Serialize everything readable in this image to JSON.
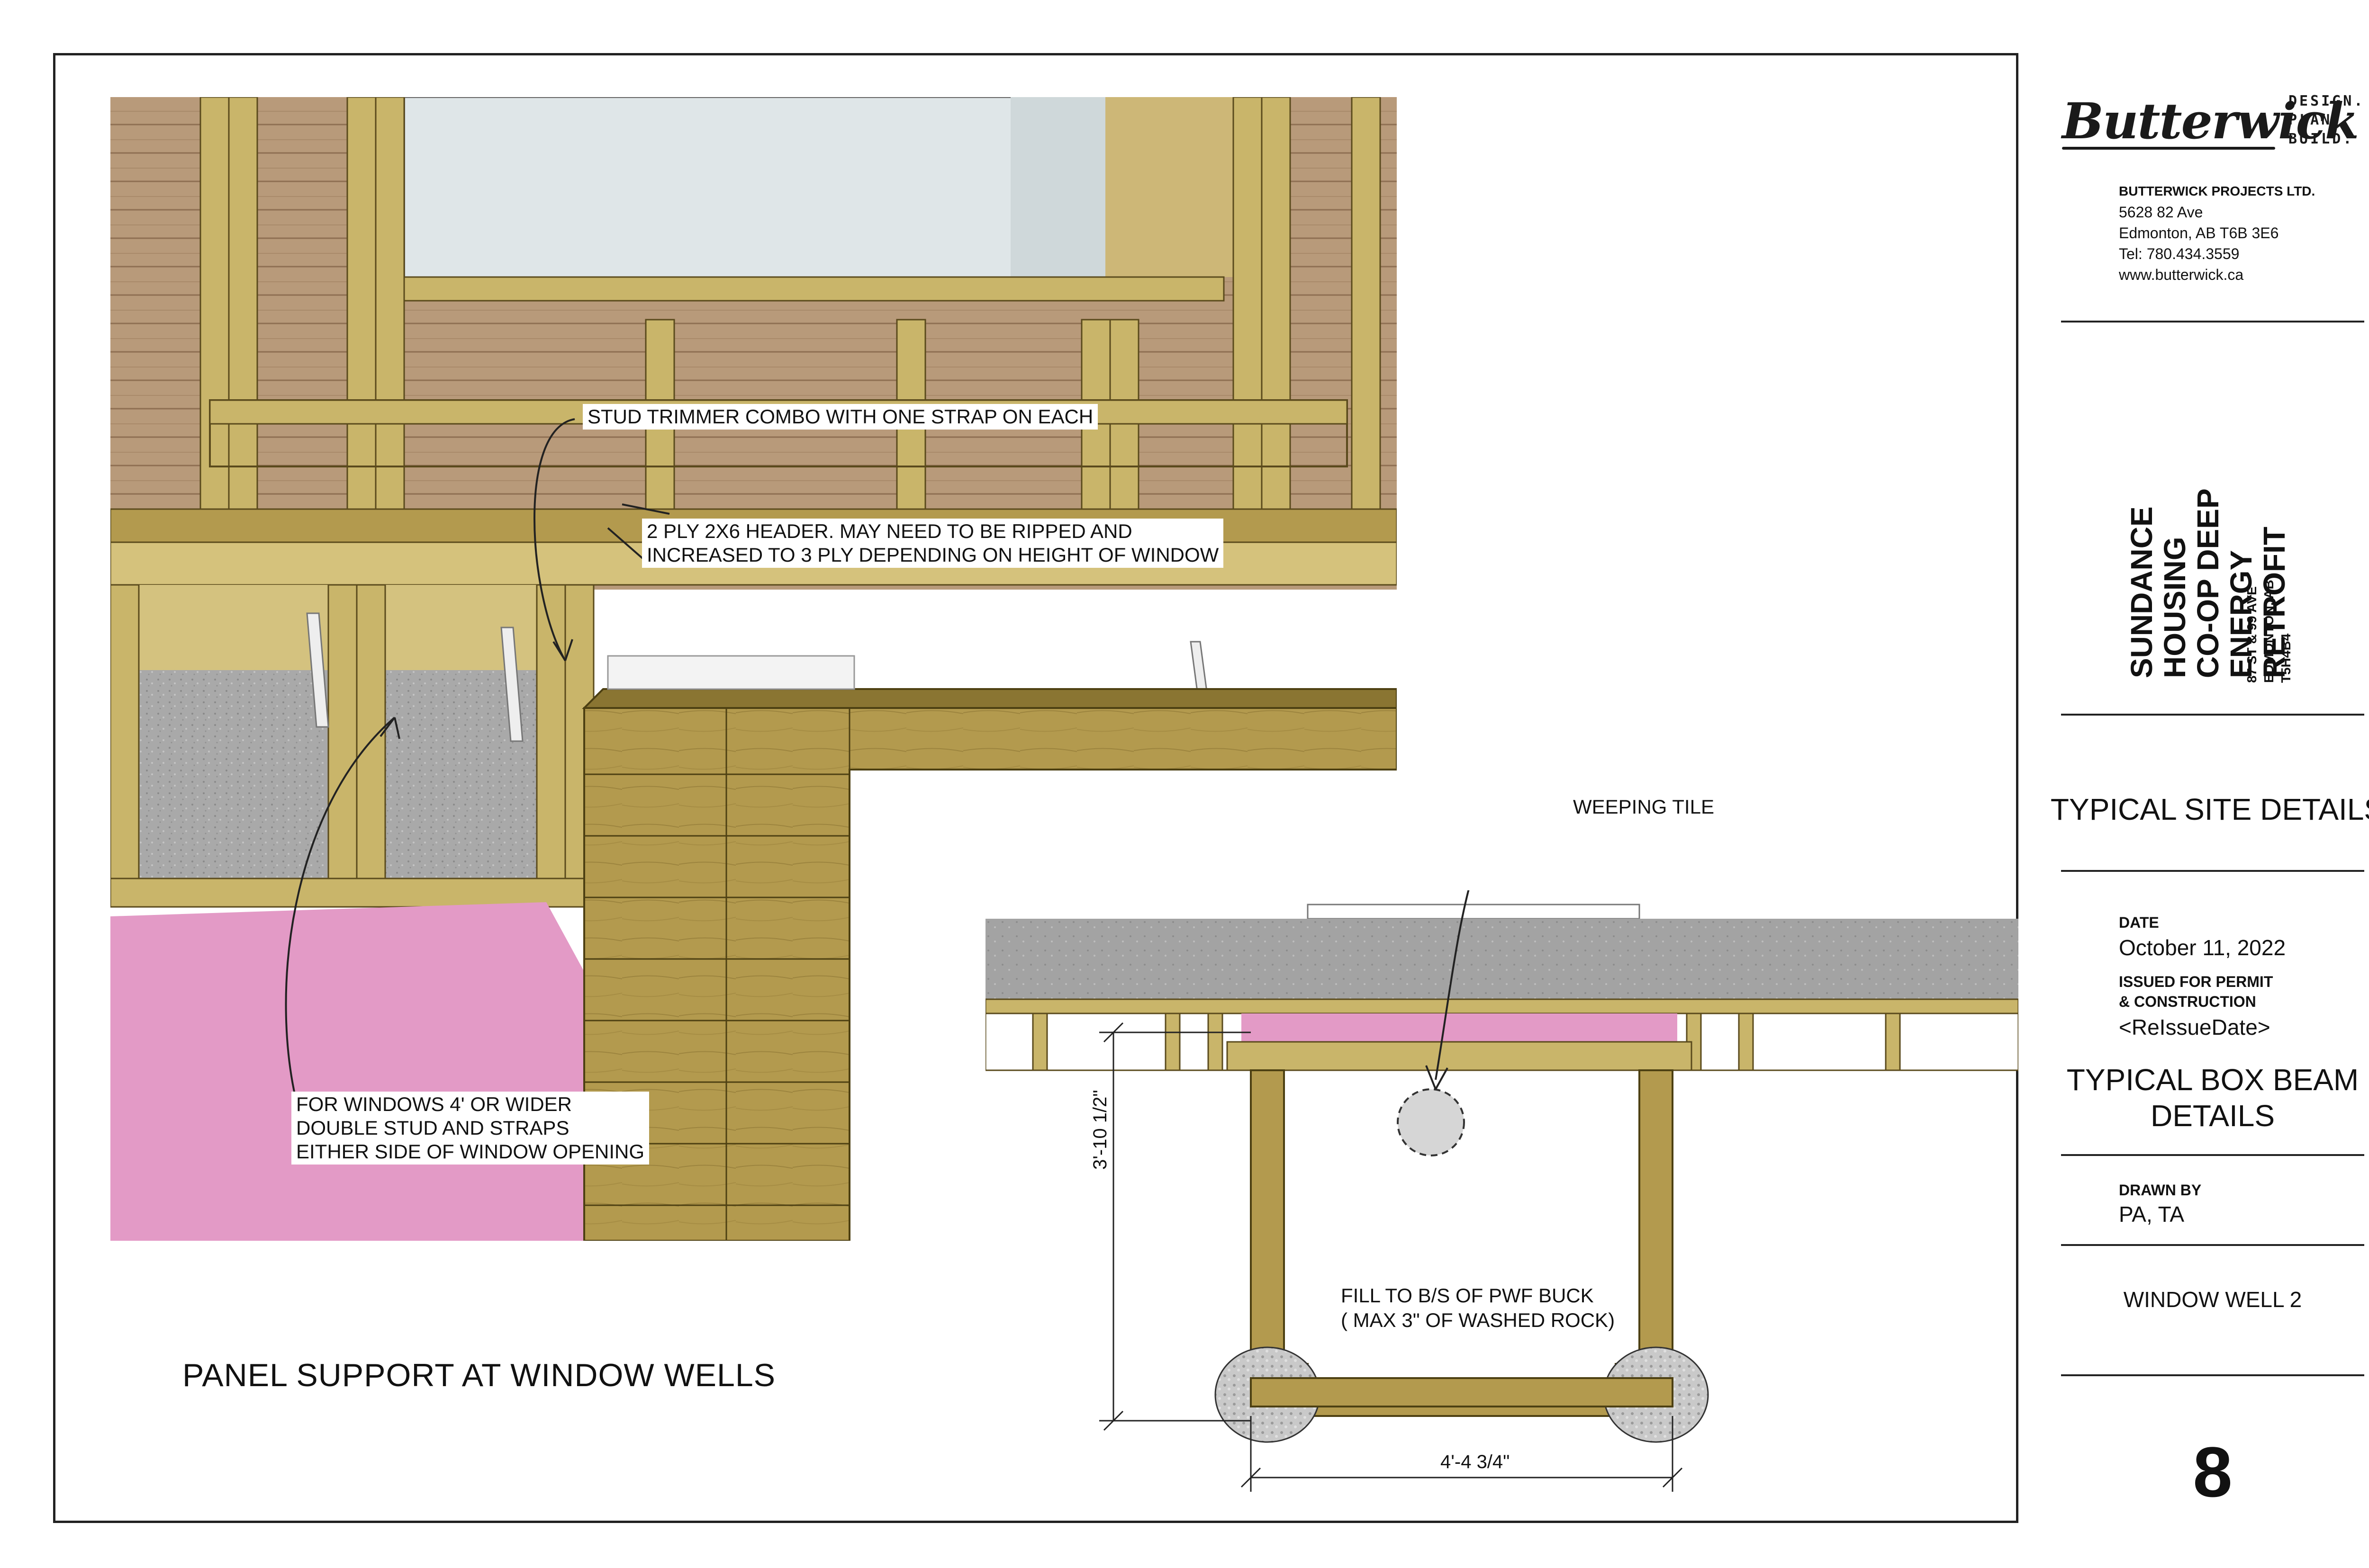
{
  "drawing": {
    "panel_title": "PANEL SUPPORT  AT WINDOW WELLS",
    "callouts": {
      "stud_trimmer": "STUD TRIMMER COMBO WITH ONE STRAP ON EACH",
      "header": " 2 PLY 2X6 HEADER. MAY NEED TO BE RIPPED AND\nINCREASED TO 3 PLY DEPENDING ON HEIGHT OF WINDOW",
      "windows_wide": "FOR WINDOWS 4' OR WIDER\nDOUBLE STUD AND STRAPS\nEITHER SIDE OF WINDOW OPENING"
    },
    "section": {
      "weeping_tile": "WEEPING TILE",
      "fill_note": "FILL TO B/S OF PWF BUCK\n( MAX 3\" OF WASHED ROCK)",
      "dim_height": "3'-10 1/2\"",
      "dim_width": "4'-4 3/4\""
    }
  },
  "title_block": {
    "logo": "Butterwick",
    "tagline": "DESIGN.\nPLAN.\nBUILD.",
    "company": "BUTTERWICK PROJECTS LTD.",
    "address_line1": "5628 82 Ave",
    "address_line2": "Edmonton, AB T6B 3E6",
    "phone": "Tel: 780.434.3559",
    "website": "www.butterwick.ca",
    "project_title": "SUNDANCE HOUSING\nCO-OP DEEP ENERGY\nRETROFIT",
    "project_address": "87 ST & 99 AVE\nEDMONTON, AB\nT5H4B4",
    "sheet_title": "TYPICAL SITE DETAILS",
    "date_label": "DATE",
    "date_value": "October 11, 2022",
    "issued_label": "ISSUED FOR PERMIT\n& CONSTRUCTION",
    "reissue_value": "<ReIssueDate>",
    "detail_name": "TYPICAL BOX BEAM\nDETAILS",
    "drawn_by_label": "DRAWN BY",
    "drawn_by_value": "PA, TA",
    "sheet_sub": "WINDOW WELL 2",
    "sheet_number": "8"
  },
  "colors": {
    "lumber": "#b39a4e",
    "lumber_light": "#c9b56a",
    "lumber_dark": "#7d6a2c",
    "cladding": "#b89a7a",
    "insulation_pink": "#e39ac6",
    "gravel": "#a8a8a8",
    "glass": "#dfe6e8"
  }
}
